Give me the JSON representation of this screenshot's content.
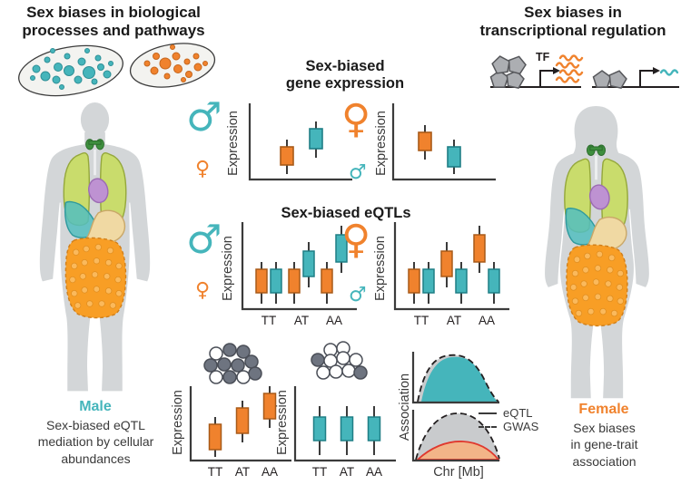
{
  "colors": {
    "male_teal": "#45B5BB",
    "female_orange": "#F0822D",
    "body_gray": "#D3D6D8",
    "nucleosome_gray": "#ACAEB2",
    "cell_dark_gray": "#6E7480",
    "assoc_gray": "#C9CBCD",
    "gwas_red": "#E0382E",
    "text_dark": "#231F20"
  },
  "left_section": {
    "title_line1": "Sex biases in biological",
    "title_line2": "processes and pathways",
    "body_label": "Male",
    "caption_line1": "Sex-biased eQTL",
    "caption_line2": "mediation by cellular",
    "caption_line3": "abundances"
  },
  "right_section": {
    "title_line1": "Sex biases in",
    "title_line2": "transcriptional regulation",
    "tf_label": "TF",
    "body_label": "Female",
    "caption_line1": "Sex biases",
    "caption_line2": "in gene-trait",
    "caption_line3": "association"
  },
  "center": {
    "gene_expression_title_line1": "Sex-biased",
    "gene_expression_title_line2": "gene expression",
    "eqtl_title": "Sex-biased eQTLs",
    "expression_label": "Expression",
    "male_symbol": "♂",
    "female_symbol": "♀",
    "genotypes": [
      "TT",
      "AT",
      "AA"
    ]
  },
  "association": {
    "ylabel": "Association",
    "xlabel": "Chr [Mb]",
    "legend_eqtl": "eQTL",
    "legend_gwas": "GWAS"
  },
  "chart_data": [
    {
      "id": "male-biased-gene-expression",
      "type": "box",
      "ylabel": "Expression",
      "series": [
        {
          "name": "female",
          "color": "#F0822D",
          "level": 1
        },
        {
          "name": "male",
          "color": "#45B5BB",
          "level": 2
        }
      ],
      "note": "male expression higher"
    },
    {
      "id": "female-biased-gene-expression",
      "type": "box",
      "ylabel": "Expression",
      "series": [
        {
          "name": "female",
          "color": "#F0822D",
          "level": 2
        },
        {
          "name": "male",
          "color": "#45B5BB",
          "level": 1
        }
      ],
      "note": "female expression higher"
    },
    {
      "id": "male-specific-eqtl",
      "type": "box",
      "ylabel": "Expression",
      "categories": [
        "TT",
        "AT",
        "AA"
      ],
      "series": [
        {
          "name": "female",
          "color": "#F0822D",
          "levels": [
            1,
            1,
            1
          ]
        },
        {
          "name": "male",
          "color": "#45B5BB",
          "levels": [
            1,
            2,
            3
          ]
        }
      ],
      "note": "genotype effect only in males"
    },
    {
      "id": "female-specific-eqtl",
      "type": "box",
      "ylabel": "Expression",
      "categories": [
        "TT",
        "AT",
        "AA"
      ],
      "series": [
        {
          "name": "female",
          "color": "#F0822D",
          "levels": [
            1,
            2,
            3
          ]
        },
        {
          "name": "male",
          "color": "#45B5BB",
          "levels": [
            1,
            1,
            1
          ]
        }
      ],
      "note": "genotype effect only in females"
    },
    {
      "id": "eqtl-mediation-dark-cells",
      "type": "box",
      "ylabel": "Expression",
      "categories": [
        "TT",
        "AT",
        "AA"
      ],
      "series": [
        {
          "name": "orange",
          "color": "#F0822D",
          "levels": [
            1,
            2,
            3
          ]
        }
      ],
      "note": "dose effect when dark cells dominate"
    },
    {
      "id": "eqtl-mediation-light-cells",
      "type": "box",
      "ylabel": "Expression",
      "categories": [
        "TT",
        "AT",
        "AA"
      ],
      "series": [
        {
          "name": "teal",
          "color": "#45B5BB",
          "levels": [
            2,
            2,
            2
          ]
        }
      ],
      "note": "flat effect when light cells dominate"
    },
    {
      "id": "association-colocalizing",
      "type": "area",
      "xlabel": "Chr [Mb]",
      "ylabel": "Association",
      "curves": [
        {
          "name": "eQTL",
          "style": "teal filled"
        },
        {
          "name": "GWAS",
          "style": "black dashed"
        }
      ],
      "note": "overlapping peaks"
    },
    {
      "id": "association-non-colocalizing",
      "type": "area",
      "xlabel": "Chr [Mb]",
      "ylabel": "Association",
      "curves": [
        {
          "name": "GWAS",
          "style": "black dashed, gray filled"
        },
        {
          "name": "eQTL",
          "style": "red solid, small"
        }
      ],
      "note": "non-overlapping peaks"
    }
  ]
}
